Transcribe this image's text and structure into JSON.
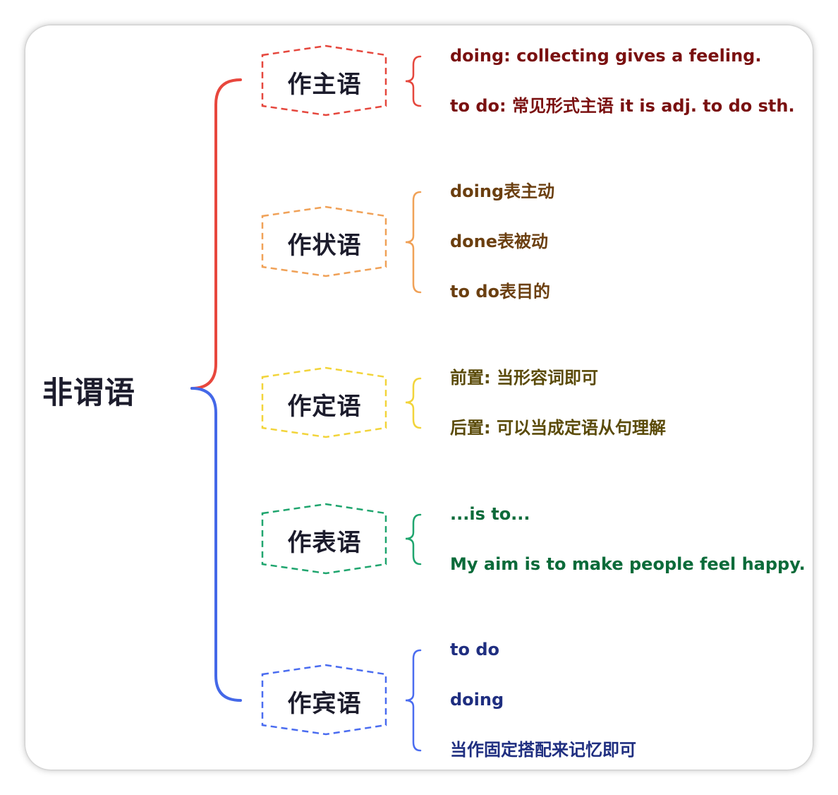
{
  "root": {
    "label": "非谓语"
  },
  "colors": {
    "upper_trunk": "#e8473d",
    "lower_trunk": "#4468e8",
    "subject_border": "#e5473d",
    "subject_text": "#7a1010",
    "adverbial_border": "#f0a157",
    "adverbial_text": "#6b3f10",
    "attributive_border": "#f2d43a",
    "attributive_text": "#5a4a08",
    "predicative_border": "#1fa56e",
    "predicative_text": "#0b6b3a",
    "object_border": "#4a6cf0",
    "object_text": "#1f2e80"
  },
  "branches": [
    {
      "label": "作主语",
      "items": [
        "doing:  collecting gives a feeling.",
        "to do: 常见形式主语 it is adj. to do sth."
      ]
    },
    {
      "label": "作状语",
      "items": [
        "doing表主动",
        "done表被动",
        "to do表目的"
      ]
    },
    {
      "label": "作定语",
      "items": [
        "前置:  当形容词即可",
        "后置:  可以当成定语从句理解"
      ]
    },
    {
      "label": "作表语",
      "items": [
        "...is to...",
        "My aim is to make people feel happy."
      ]
    },
    {
      "label": "作宾语",
      "items": [
        "to do",
        "doing",
        "当作固定搭配来记忆即可"
      ]
    }
  ]
}
